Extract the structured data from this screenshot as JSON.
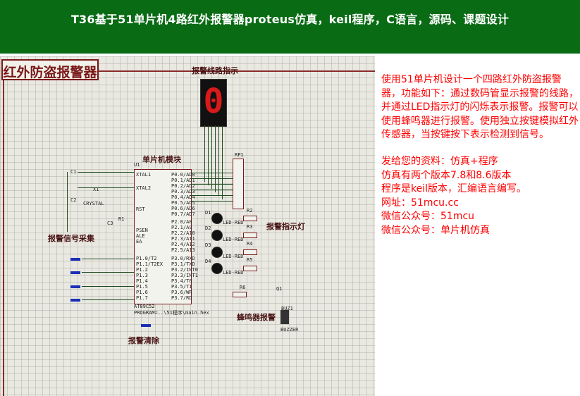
{
  "header": {
    "title": "T36基于51单片机4路红外报警器proteus仿真，keil程序，C语言，源码、课题设计"
  },
  "schematic": {
    "project_title": "红外防盗报警器",
    "labels": {
      "display": "报警线路指示",
      "mcu_module": "单片机模块",
      "signal_input": "报警信号采集",
      "alarm_lights": "报警指示灯",
      "buzzer_alarm": "蜂鸣器报警",
      "alarm_clear": "报警清除"
    },
    "seven_seg_digit": "0",
    "parts": {
      "u1": "U1",
      "rp1": "RP1",
      "c1": "C1",
      "c2": "C2",
      "c3": "C3",
      "x1": "X1",
      "crystal": "CRYSTAL",
      "r1": "R1",
      "r2": "R2",
      "r3": "R3",
      "r4": "R4",
      "r5": "R5",
      "r6": "R6",
      "q1": "Q1",
      "buz1": "BUZ1",
      "buzzer": "BUZZER",
      "d1": "D1",
      "d2": "D2",
      "d3": "D3",
      "d4": "D4",
      "led_red": "LED-RED",
      "chip_model": "AT89C52",
      "chip_program": "PROGRAM=..\\51程序\\main.hex"
    },
    "pins_left": [
      "XTAL1",
      "XTAL2",
      "RST",
      "PSEN",
      "ALE",
      "EA",
      "P1.0/T2",
      "P1.1/T2EX",
      "P1.2",
      "P1.3",
      "P1.4",
      "P1.5",
      "P1.6",
      "P1.7"
    ],
    "pins_right": [
      "P0.0/AD0",
      "P0.1/AD1",
      "P0.2/AD2",
      "P0.3/AD3",
      "P0.4/AD4",
      "P0.5/AD5",
      "P0.6/AD6",
      "P0.7/AD7",
      "P2.0/A8",
      "P2.1/A9",
      "P2.2/A10",
      "P2.3/A11",
      "P2.4/A12",
      "P2.5/A13",
      "P3.0/RXD",
      "P3.1/TXD",
      "P3.2/INT0",
      "P3.3/INT1",
      "P3.4/T0",
      "P3.5/T1",
      "P3.6/WR",
      "P3.7/RD"
    ]
  },
  "description": {
    "paragraph1": "使用51单片机设计一个四路红外防盗报警器，功能如下：通过数码管显示报警的线路，并通过LED指示灯的闪烁表示报警。报警可以使用蜂鸣器进行报警。使用独立按键模拟红外传感器，当按键按下表示检测到信号。",
    "lines": [
      "发给您的资料：仿真+程序",
      "仿真有两个版本7.8和8.6版本",
      "程序是keil版本，汇编语言编写。",
      "网址：51mcu.cc",
      "微信公众号：51mcu",
      "微信公众号：单片机仿真"
    ]
  },
  "colors": {
    "header_bg": "#0a6b15",
    "header_text": "#ffffff",
    "description_text": "#ff0000",
    "schematic_bg": "#e9e9e2",
    "label_color": "#4a1515",
    "wire_color": "#1e4a1e"
  }
}
